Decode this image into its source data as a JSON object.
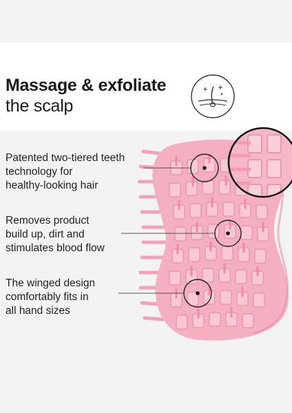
{
  "heading": {
    "title": "Massage & exfoliate",
    "subtitle": "the scalp"
  },
  "icons": {
    "header_icon": "hair-follicle-icon"
  },
  "features": [
    {
      "line1": "Patented two-tiered teeth",
      "line2": "technology for",
      "line3": "healthy-looking hair"
    },
    {
      "line1": "Removes product",
      "line2": "build up, dirt and",
      "line3": "stimulates blood flow"
    },
    {
      "line1": "The winged design",
      "line2": "comfortably fits in",
      "line3": "all hand sizes"
    }
  ],
  "colors": {
    "brush_pink": "#f3a9bd",
    "brush_pink_dark": "#e892aa",
    "text": "#1a1a1a",
    "background": "#f3f3f3"
  }
}
